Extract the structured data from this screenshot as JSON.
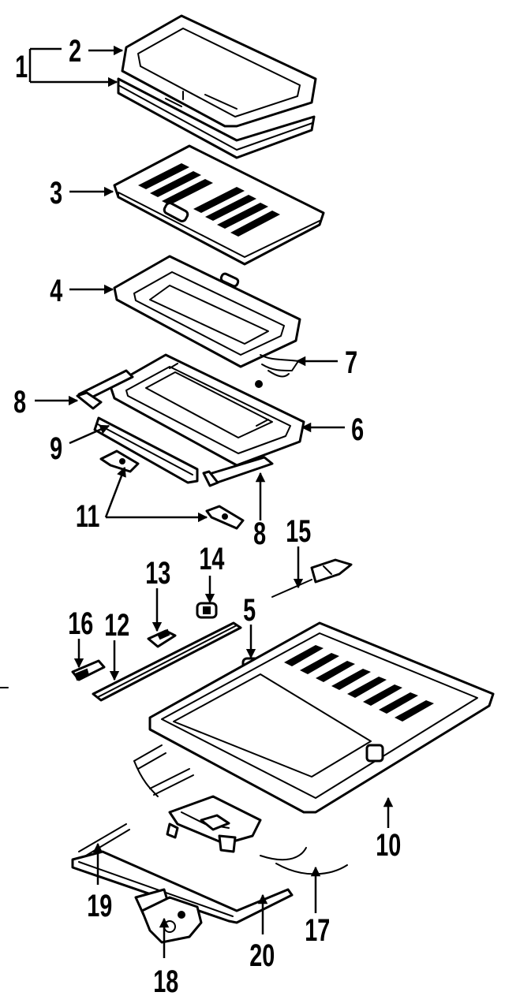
{
  "colors": {
    "ink": "#000000",
    "paper": "#ffffff"
  },
  "callouts": [
    {
      "key": "c1",
      "text": "1"
    },
    {
      "key": "c2",
      "text": "2"
    },
    {
      "key": "c3",
      "text": "3"
    },
    {
      "key": "c4",
      "text": "4"
    },
    {
      "key": "c5",
      "text": "5"
    },
    {
      "key": "c6",
      "text": "6"
    },
    {
      "key": "c7",
      "text": "7"
    },
    {
      "key": "c8a",
      "text": "8"
    },
    {
      "key": "c8b",
      "text": "8"
    },
    {
      "key": "c9",
      "text": "9"
    },
    {
      "key": "c10",
      "text": "10"
    },
    {
      "key": "c11",
      "text": "11"
    },
    {
      "key": "c12",
      "text": "12"
    },
    {
      "key": "c13",
      "text": "13"
    },
    {
      "key": "c14",
      "text": "14"
    },
    {
      "key": "c15",
      "text": "15"
    },
    {
      "key": "c16",
      "text": "16"
    },
    {
      "key": "c17",
      "text": "17"
    },
    {
      "key": "c18",
      "text": "18"
    },
    {
      "key": "c19",
      "text": "19"
    },
    {
      "key": "c20",
      "text": "20"
    }
  ]
}
